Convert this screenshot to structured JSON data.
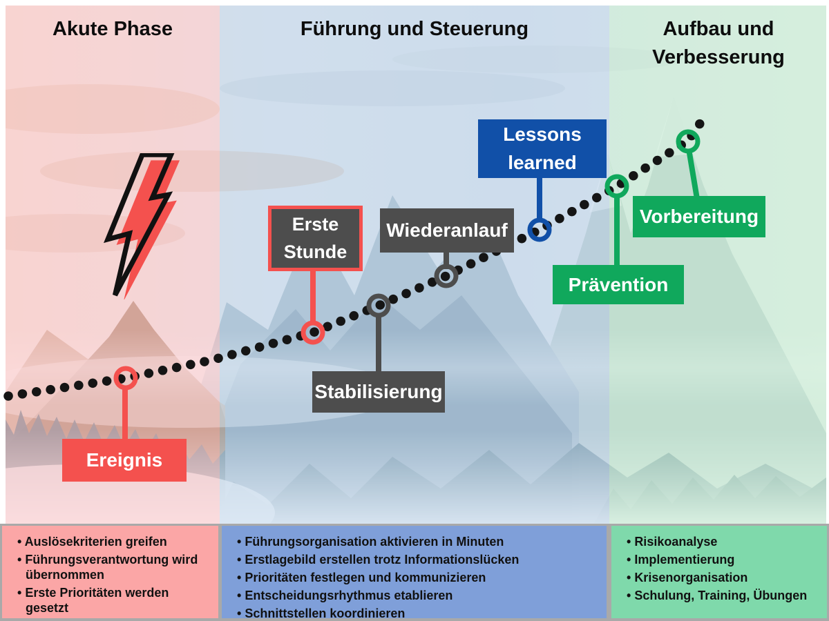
{
  "phases": [
    {
      "title": "Akute Phase",
      "bullets": [
        "Auslösekriterien greifen",
        "Führungsverantwortung wird übernommen",
        "Erste Prioritäten werden gesetzt"
      ]
    },
    {
      "title": "Führung und Steuerung",
      "bullets": [
        "Führungsorganisation aktivieren in Minuten",
        "Erstlagebild erstellen trotz Informationslücken",
        "Prioritäten festlegen und kommunizieren",
        "Entscheidungsrhythmus etablieren",
        "Schnittstellen koordinieren"
      ]
    },
    {
      "title": "Aufbau und Verbesserung",
      "bullets": [
        "Risikoanalyse",
        "Implementierung",
        "Krisenorganisation",
        "Schulung, Training, Übungen"
      ]
    }
  ],
  "milestones": [
    {
      "id": "ereignis",
      "label": "Ereignis",
      "color": "#F4514E"
    },
    {
      "id": "erste-stunde",
      "label": "Erste Stunde",
      "color": "#4D4D4D",
      "accent": "#F4514E"
    },
    {
      "id": "stabilisierung",
      "label": "Stabilisierung",
      "color": "#4D4D4D"
    },
    {
      "id": "wiederanlauf",
      "label": "Wiederanlauf",
      "color": "#4D4D4D"
    },
    {
      "id": "lessons-learned",
      "label": "Lessons learned",
      "color": "#1150A8"
    },
    {
      "id": "praevention",
      "label": "Prävention",
      "color": "#10A85C"
    },
    {
      "id": "vorbereitung",
      "label": "Vorbereitung",
      "color": "#10A85C"
    }
  ],
  "icons": {
    "lightning": "lightning-bolt-icon"
  },
  "palette": {
    "accent_red": "#F4514E",
    "accent_blue": "#1150A8",
    "accent_green": "#10A85C",
    "label_gray": "#4D4D4D",
    "panel_pink": "#FBA6A6",
    "panel_blue": "#7F9FD9",
    "panel_green": "#7FD9AB",
    "tint_pink": "#F8DADB",
    "tint_blue": "#D6E2EF",
    "tint_green": "#DAEFE0",
    "dot_black": "#151515"
  }
}
